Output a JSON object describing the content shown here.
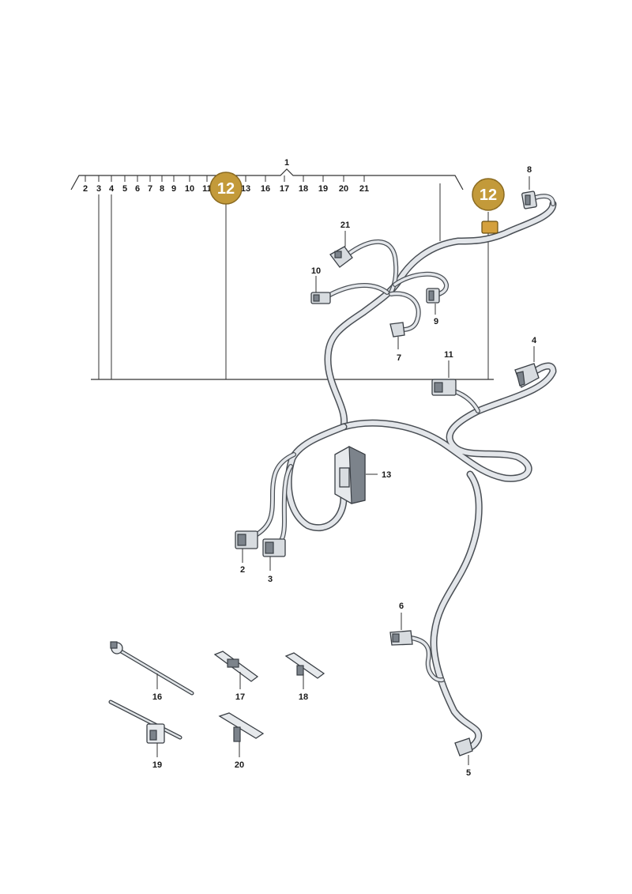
{
  "header_labels": [
    "2",
    "3",
    "4",
    "5",
    "6",
    "7",
    "8",
    "9",
    "10",
    "11",
    "13",
    "16",
    "17",
    "18",
    "19",
    "20",
    "21"
  ],
  "callouts": {
    "c1": "1",
    "c2": "2",
    "c3": "3",
    "c4": "4",
    "c5": "5",
    "c6": "6",
    "c7": "7",
    "c8": "8",
    "c9": "9",
    "c10": "10",
    "c11": "11",
    "c13": "13",
    "c16": "16",
    "c17": "17",
    "c18": "18",
    "c19": "19",
    "c20": "20",
    "c21": "21"
  },
  "badges": {
    "left": "12",
    "right": "12"
  },
  "colors": {
    "badge_fill": "#c39a3a",
    "badge_stroke": "#8a6a20",
    "highlight_part": "#d4a03c"
  }
}
